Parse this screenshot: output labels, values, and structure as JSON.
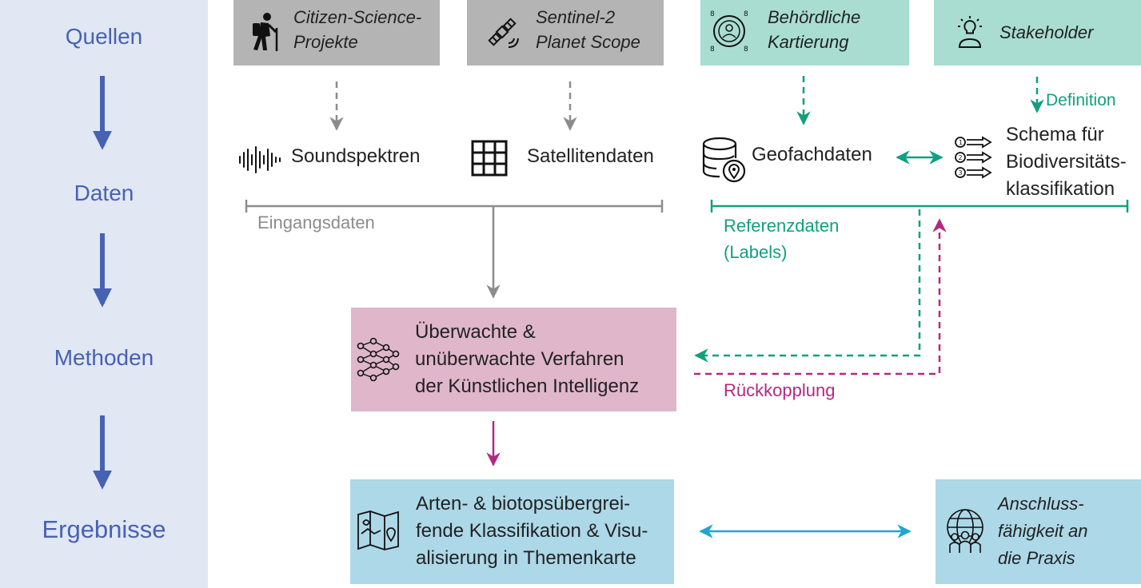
{
  "stages": [
    "Quellen",
    "Daten",
    "Methoden",
    "Ergebnisse"
  ],
  "sources": {
    "citizen": [
      "Citizen-Science-",
      "Projekte"
    ],
    "satellite": [
      "Sentinel-2",
      "Planet Scope"
    ],
    "authority": [
      "Behördliche",
      "Kartierung"
    ],
    "stakeholder": [
      "Stakeholder"
    ]
  },
  "data_nodes": {
    "sound": "Soundspektren",
    "satellite": "Satellitendaten",
    "geo": "Geofachdaten",
    "schema": [
      "Schema für",
      "Biodiversitäts-",
      "klassifikation"
    ]
  },
  "labels": {
    "definition": "Definition",
    "input": "Eingangsdaten",
    "reference": [
      "Referenzdaten",
      "(Labels)"
    ],
    "feedback": "Rückkopplung"
  },
  "method": [
    "Überwachte &",
    "unüberwachte Verfahren",
    "der Künstlichen Intelligenz"
  ],
  "result": [
    "Arten- & biotopsübergrei-",
    "fende Klassifikation & Visu-",
    "alisierung in Themenkarte"
  ],
  "practice": [
    "Anschluss-",
    "fähigkeit an",
    "die Praxis"
  ],
  "colors": {
    "stage_panel": "#e1e7f3",
    "stage_text": "#4662b3",
    "source_gray": "#b4b4b4",
    "source_teal": "#a9ddd2",
    "teal": "#11a07e",
    "gray_line": "#8c8c8c",
    "magenta": "#b02a82",
    "method_box": "#dfb6ca",
    "result_box": "#add8e8",
    "blue_arrow": "#1ea5d4"
  }
}
